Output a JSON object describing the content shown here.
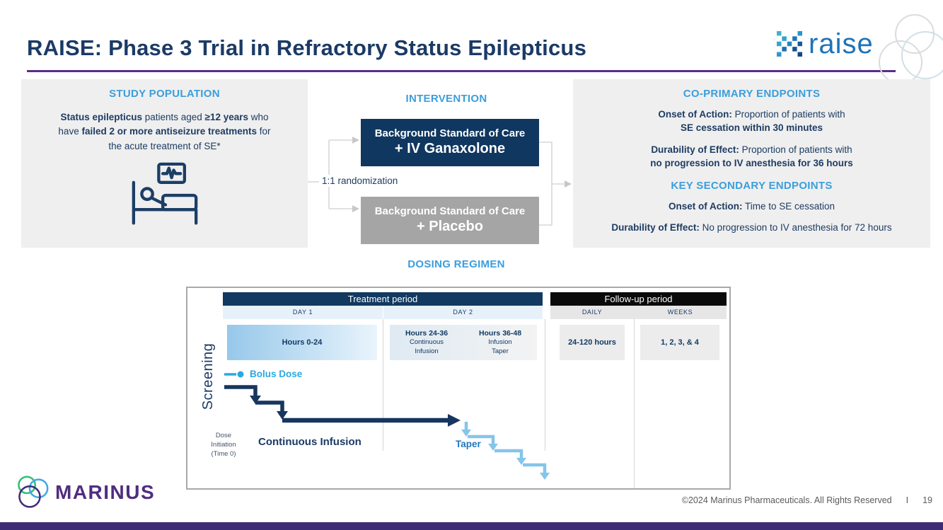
{
  "header": {
    "title": "RAISE: Phase 3 Trial in Refractory Status Epilepticus",
    "brand": "raise"
  },
  "colors": {
    "accent_blue": "#3b9edc",
    "title_navy": "#1b3a66",
    "arm_active_navy": "#10375f",
    "arm_placebo_gray": "#a5a5a5",
    "panel_gray": "#efefef",
    "underline_purple": "#5b2d86",
    "footer_bar_purple": "#3e2b75",
    "bolus_blue": "#29a9e1",
    "taper_blue": "#2377bd",
    "taper_arrow_blue": "#85c5ea",
    "infusion_arrow_navy": "#16365f",
    "treatment_bar_navy": "#12395f",
    "followup_bar_black": "#0a0a0a"
  },
  "study_population": {
    "heading": "STUDY POPULATION",
    "body": [
      [
        {
          "t": "Status epilepticus",
          "b": true
        },
        {
          "t": " patients aged "
        },
        {
          "t": "≥12 years",
          "b": true
        },
        {
          "t": " who"
        }
      ],
      [
        {
          "t": "have "
        },
        {
          "t": "failed 2 or more antiseizure treatments",
          "b": true
        },
        {
          "t": " for"
        }
      ],
      [
        {
          "t": "the acute treatment of SE*"
        }
      ]
    ]
  },
  "intervention": {
    "heading": "INTERVENTION",
    "randomization": "1:1 randomization",
    "arm_active": {
      "line1": "Background Standard of Care",
      "line2": "+ IV Ganaxolone"
    },
    "arm_placebo": {
      "line1": "Background Standard of Care",
      "line2": "+ Placebo"
    }
  },
  "endpoints": {
    "primary_heading": "CO-PRIMARY ENDPOINTS",
    "primary_onset": [
      [
        {
          "t": "Onset of Action:",
          "b": true
        },
        {
          "t": " Proportion of patients with"
        }
      ],
      [
        {
          "t": "SE cessation within 30 minutes",
          "b": true
        }
      ]
    ],
    "primary_durability": [
      [
        {
          "t": "Durability of Effect:",
          "b": true
        },
        {
          "t": " Proportion of patients with"
        }
      ],
      [
        {
          "t": "no progression to IV anesthesia for 36 hours",
          "b": true
        }
      ]
    ],
    "secondary_heading": "KEY SECONDARY ENDPOINTS",
    "secondary_onset": [
      [
        {
          "t": "Onset of Action:",
          "b": true
        },
        {
          "t": " Time to SE cessation"
        }
      ]
    ],
    "secondary_durability": [
      [
        {
          "t": "Durability of Effect:",
          "b": true
        },
        {
          "t": " No progression to IV anesthesia for 72 hours"
        }
      ]
    ]
  },
  "dosing": {
    "heading": "DOSING REGIMEN",
    "treatment_period": "Treatment period",
    "followup_period": "Follow-up period",
    "day1": "DAY 1",
    "day2": "DAY 2",
    "daily": "DAILY",
    "weeks": "WEEKS",
    "hours_0_24": "Hours 0-24",
    "hours_24_36": [
      [
        {
          "t": "Hours 24-36",
          "b": true
        }
      ],
      [
        "Continuous"
      ],
      [
        "Infusion"
      ]
    ],
    "hours_36_48": [
      [
        {
          "t": "Hours 36-48",
          "b": true
        }
      ],
      [
        "Infusion"
      ],
      [
        "Taper"
      ]
    ],
    "daily_hours": "24-120 hours",
    "weeks_values": "1, 2, 3, & 4",
    "screening": "Screening",
    "bolus": "Bolus Dose",
    "dose_initiation": [
      [
        "Dose"
      ],
      [
        "Initiation"
      ],
      [
        "(Time 0)"
      ]
    ],
    "continuous_infusion": "Continuous Infusion",
    "taper": "Taper"
  },
  "footer": {
    "brand": "MARINUS",
    "copyright": "©2024 Marinus Pharmaceuticals. All Rights Reserved",
    "divider": "I",
    "page": "19"
  }
}
